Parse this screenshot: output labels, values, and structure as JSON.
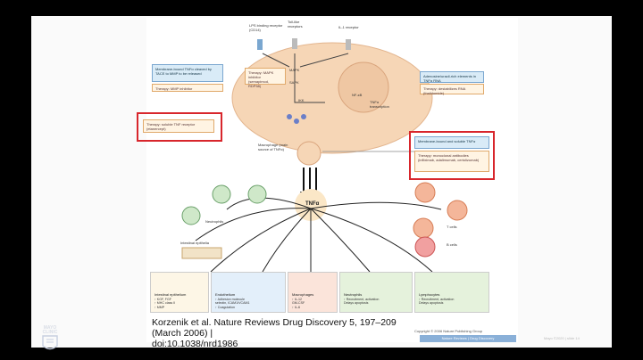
{
  "colors": {
    "background": "#000000",
    "slide": "#fafafa",
    "highlight": "#d8262c",
    "cell": "#f6d6b6"
  },
  "figure": {
    "receptors": {
      "lps": "LPS binding receptor (CD14)",
      "toll": "Toll-like receptors",
      "il1": "IL-1 receptor"
    },
    "pathway": {
      "mapk": "MAPK",
      "sapk": "SAPK",
      "ikk": "IKK",
      "nfkb": "NF-κB",
      "tnfa_transcription": "TNFα transcription"
    },
    "boxes": {
      "membrane_bound_left": "Membrane-bound TNFα cleaved by TACE to MMP to be released",
      "therapy_mmp": "Therapy: MMP inhibitor",
      "therapy_mapk": "Therapy: MAPK inhibitor (semapimod, RDP58)",
      "adenosine": "Adenosine/uracil-rich elements in TNFα RNA",
      "therapy_rna": "Therapy: destabilizes RNA (thalidomide)",
      "therapy_soluble": "Therapy: soluble TNF receptor (etanercept)",
      "membrane_bound_right": "Membrane-bound and soluble TNFα",
      "therapy_antibodies": "Therapy: monoclonal antibodies (infliximab, adalimumab, certolizumab)"
    },
    "macrophage_label": "Macrophage (main source of TNFα)",
    "tnfa_center": "TNFα",
    "neutrophils": "Neutrophils",
    "intestinal_epithelia": "Intestinal epithelia",
    "t_cells": "T cells",
    "b_cells": "B cells",
    "panels": [
      {
        "title": "Intestinal epithelium",
        "text": "↑ KGF, FGF\n↑ MHC class II\n↑ MMP"
      },
      {
        "title": "Endothelium",
        "text": "↑ Adhesion molecule\nselectin, ICAM1/VCAM1\n↑ Coagulation"
      },
      {
        "title": "Macrophages",
        "text": "↑ IL-12\nGM-CSF\n↑ IL-6"
      },
      {
        "title": "Neutrophils",
        "text": "↑ Recruitment, activation\nDelays apoptosis"
      },
      {
        "title": "Lymphocytes",
        "text": "↑ Recruitment, activation\nDelays apoptosis"
      }
    ],
    "copyright": "Copyright © 2006 Nature Publishing Group",
    "footer_journal": "Nature Reviews | Drug Discovery"
  },
  "citation": {
    "line1": "Korzenik et al. Nature Reviews Drug Discovery 5, 197–209 (March 2006) |",
    "line2": "doi:10.1038/nrd1986"
  },
  "logo_text": "MAYO CLINIC",
  "slide_number": "Mayo ©2020 | slide 14"
}
